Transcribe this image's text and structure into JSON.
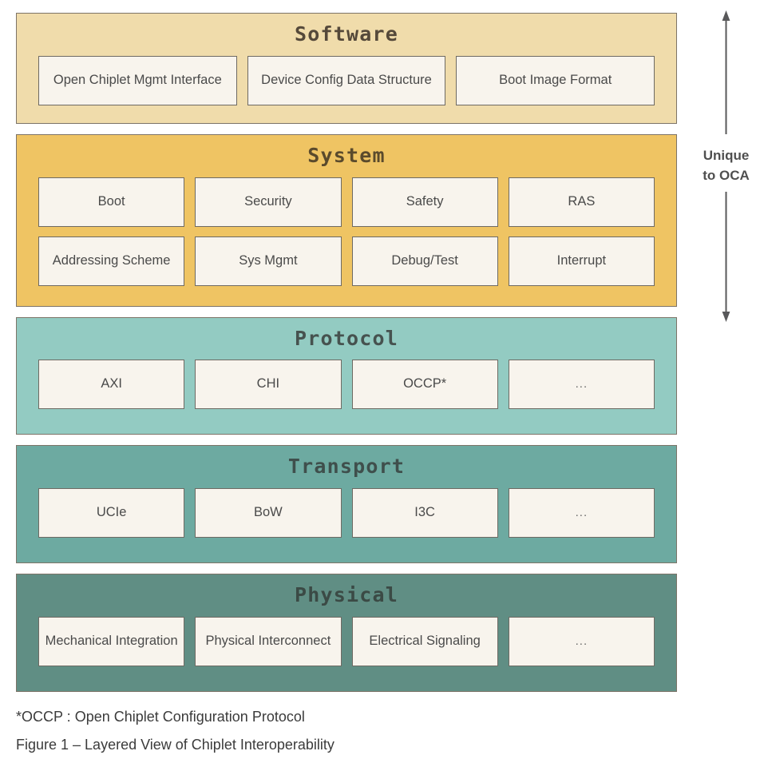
{
  "figure": {
    "layers": [
      {
        "id": "software",
        "title": "Software",
        "color": "#f0dcab",
        "rows": [
          [
            {
              "label": "Open Chiplet Mgmt Interface"
            },
            {
              "label": "Device Config Data Structure"
            },
            {
              "label": "Boot Image Format"
            }
          ]
        ]
      },
      {
        "id": "system",
        "title": "System",
        "color": "#efc463",
        "rows": [
          [
            {
              "label": "Boot"
            },
            {
              "label": "Security"
            },
            {
              "label": "Safety"
            },
            {
              "label": "RAS"
            }
          ],
          [
            {
              "label": "Addressing Scheme"
            },
            {
              "label": "Sys Mgmt"
            },
            {
              "label": "Debug/Test"
            },
            {
              "label": "Interrupt"
            }
          ]
        ]
      },
      {
        "id": "protocol",
        "title": "Protocol",
        "color": "#93cbc2",
        "rows": [
          [
            {
              "label": "AXI"
            },
            {
              "label": "CHI"
            },
            {
              "label": "OCCP*"
            },
            {
              "label": "..."
            }
          ]
        ]
      },
      {
        "id": "transport",
        "title": "Transport",
        "color": "#6daaa1",
        "rows": [
          [
            {
              "label": "UCIe"
            },
            {
              "label": "BoW"
            },
            {
              "label": "I3C"
            },
            {
              "label": "..."
            }
          ]
        ]
      },
      {
        "id": "physical",
        "title": "Physical",
        "color": "#608e84",
        "rows": [
          [
            {
              "label": "Mechanical Integration"
            },
            {
              "label": "Physical Interconnect"
            },
            {
              "label": "Electrical Signaling"
            },
            {
              "label": "..."
            }
          ]
        ]
      }
    ],
    "annotation": {
      "label_line1": "Unique",
      "label_line2": "to OCA",
      "arrow_color": "#58585a",
      "icon": "double-headed-vertical-arrow"
    },
    "footnotes": [
      "*OCCP : Open Chiplet Configuration Protocol",
      "Figure 1 – Layered View of Chiplet Interoperability"
    ]
  }
}
